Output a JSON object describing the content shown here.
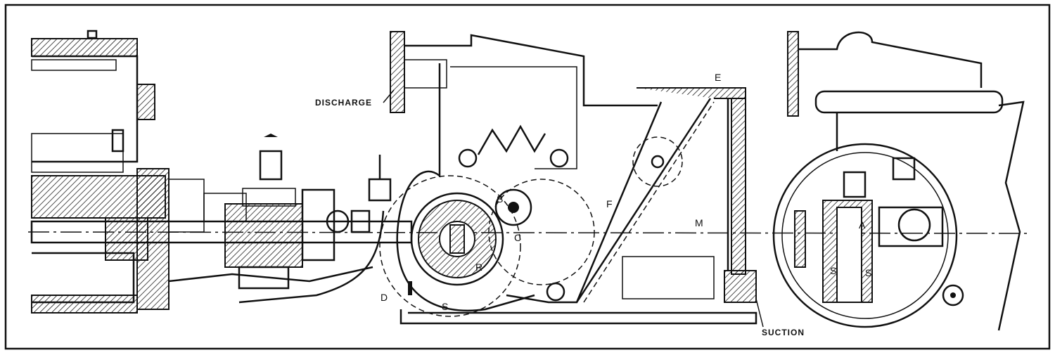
{
  "labels": {
    "discharge": "DISCHARGE",
    "suction": "SUCTION",
    "e": "E",
    "f": "F",
    "m": "M",
    "s_upper": "S",
    "c": "C",
    "r": "R",
    "d": "D",
    "s_lower": "S",
    "a_right": "A",
    "s_right_left": "S",
    "s_right_right": "S"
  }
}
